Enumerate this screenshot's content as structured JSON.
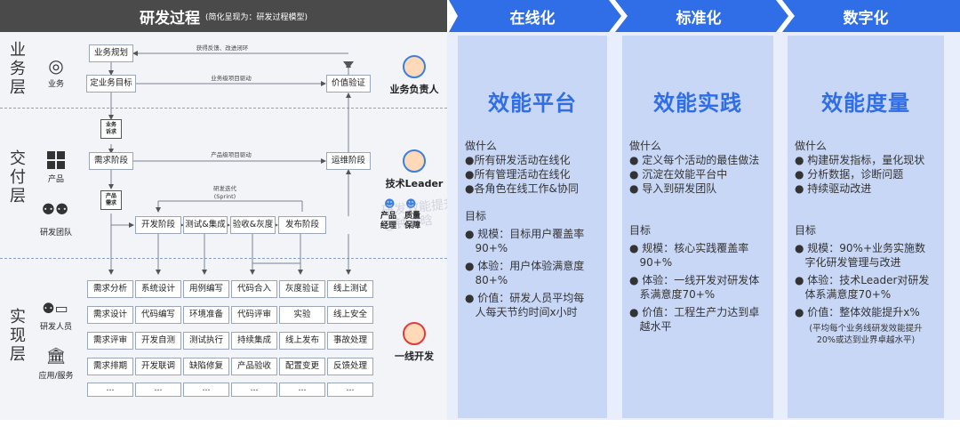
{
  "left": {
    "title": "研发过程",
    "subtitle": "(简化呈现为：研发过程模型)",
    "layers": [
      "业务层",
      "交付层",
      "实现层"
    ],
    "side": {
      "business": "业务",
      "product": "产品",
      "rd_team": "研发团队",
      "developer": "研发人员",
      "app_service": "应用/服务"
    },
    "biz_boxes": {
      "plan": "业务规划",
      "goal": "定业务目标",
      "verify": "价值验证"
    },
    "biz_notes": {
      "feedback": "获得反馈、改进闭环",
      "drive": "业务级项目驱动"
    },
    "biz_req": "业务\n诉求",
    "del_boxes": {
      "req_stage": "需求阶段",
      "ops": "运维阶段",
      "dev": "开发阶段",
      "test": "测试&集成",
      "check": "验收&灰度",
      "release": "发布阶段"
    },
    "del_notes": {
      "drive": "产品级项目驱动",
      "iter": "研发迭代\n(Sprint)"
    },
    "prod_req": "产品\n需求",
    "grid": [
      [
        "需求分析",
        "系统设计",
        "用例编写",
        "代码合入",
        "灰度验证",
        "线上测试"
      ],
      [
        "需求设计",
        "代码编写",
        "环境准备",
        "代码评审",
        "实验",
        "线上安全"
      ],
      [
        "需求评审",
        "开发自测",
        "测试执行",
        "持续集成",
        "线上发布",
        "事故处理"
      ],
      [
        "需求排期",
        "开发联调",
        "缺陷修复",
        "产品验收",
        "配置变更",
        "反馈处理"
      ],
      [
        "...",
        "...",
        "...",
        "...",
        "...",
        "..."
      ]
    ],
    "persons": {
      "biz_owner": "业务负责人",
      "tech_leader": "技术Leader",
      "pm": "产品\n经理",
      "qa": "质量\n保障",
      "dev": "一线开发"
    },
    "watermark": "研发效能提升之道\n@钟澄晗"
  },
  "columns": [
    {
      "header": "在线化",
      "title": "效能平台",
      "what_label": "做什么",
      "what": [
        "●所有研发活动在线化",
        "●所有管理活动在线化",
        "●各角色在线工作&协同"
      ],
      "goal_label": "目标",
      "goals": [
        "● 规模：目标用户覆盖率\n   90+%",
        "● 体验：用户体验满意度\n   80+%",
        "● 价值：研发人员平均每\n   人每天节约时间x小时"
      ]
    },
    {
      "header": "标准化",
      "title": "效能实践",
      "what_label": "做什么",
      "what": [
        "● 定义每个活动的最佳做法",
        "● 沉淀在效能平台中",
        "● 导入到研发团队"
      ],
      "goal_label": "目标",
      "goals": [
        "● 规模：核心实践覆盖率\n   90+%",
        "● 体验：一线开发对研发体\n   系满意度70+%",
        "● 价值：工程生产力达到卓\n   越水平"
      ]
    },
    {
      "header": "数字化",
      "title": "效能度量",
      "what_label": "做什么",
      "what": [
        "● 构建研发指标，量化现状",
        "● 分析数据，诊断问题",
        "● 持续驱动改进"
      ],
      "goal_label": "目标",
      "goals": [
        "● 规模：90%+业务实施数\n   字化研发管理与改进",
        "● 体验：技术Leader对研发\n   体系满意度70+%",
        "● 价值：整体效能提升x%"
      ],
      "footnote": "(平均每个业务线研发效能提升\n20%或达到业界卓越水平)"
    }
  ],
  "colors": {
    "chevron": "#2f6ee6",
    "card": "#c9d7f6",
    "card_title": "#2f6ee6",
    "header_dark": "#4a4a4a"
  }
}
